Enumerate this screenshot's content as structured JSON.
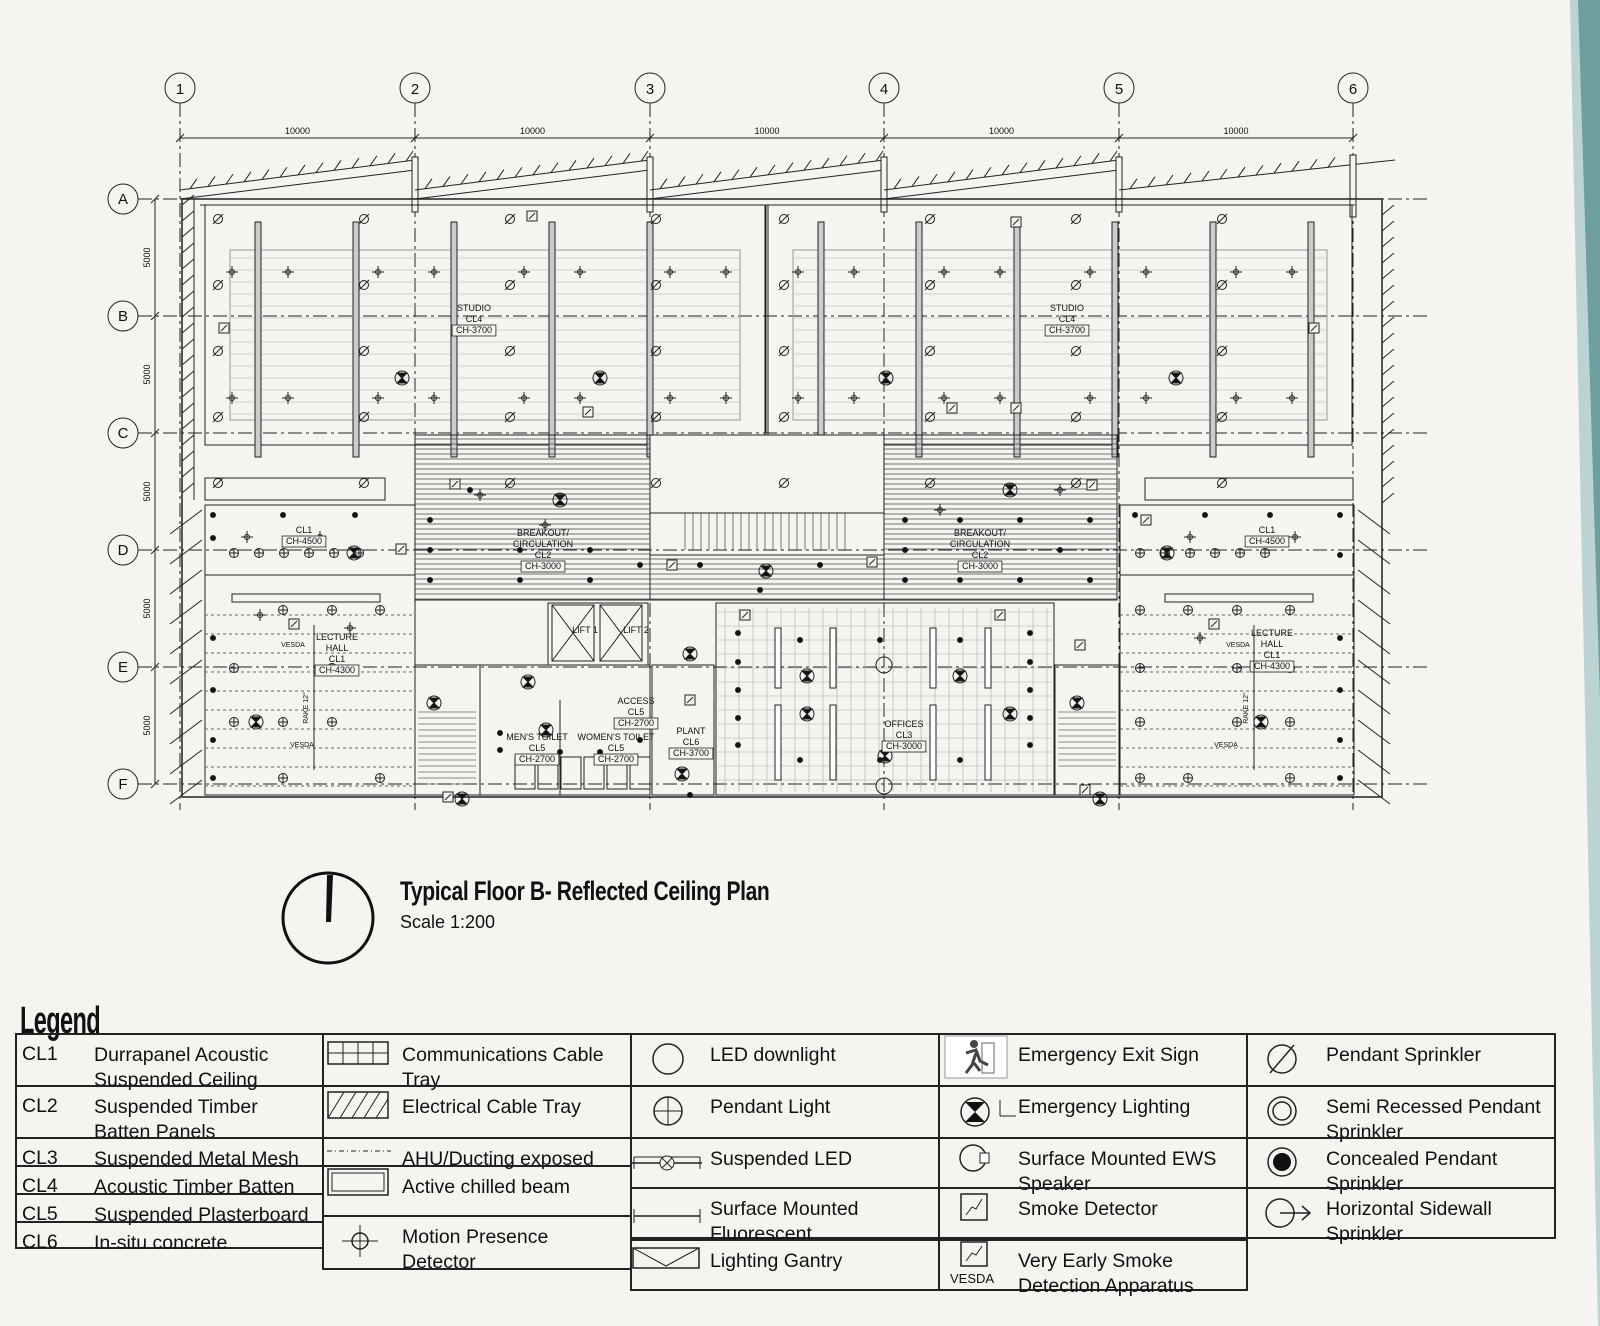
{
  "grid": {
    "columns": [
      "1",
      "2",
      "3",
      "4",
      "5",
      "6"
    ],
    "rows": [
      "A",
      "B",
      "C",
      "D",
      "E",
      "F"
    ],
    "col_dims": [
      "10000",
      "10000",
      "10000",
      "10000",
      "10000"
    ],
    "row_dims": [
      "5000",
      "5000",
      "5000",
      "5000",
      "5000"
    ]
  },
  "rooms": {
    "studio_l": [
      "STUDIO",
      "CL4",
      "CH-3700"
    ],
    "studio_r": [
      "STUDIO",
      "CL4",
      "CH-3700"
    ],
    "breakout_l": [
      "BREAKOUT/",
      "CIRCULATION",
      "CL2",
      "CH-3000"
    ],
    "breakout_r": [
      "BREAKOUT/",
      "CIRCULATION",
      "CL2",
      "CH-3000"
    ],
    "cl1_l": [
      "CL1",
      "CH-4500"
    ],
    "cl1_r": [
      "CL1",
      "CH-4500"
    ],
    "lecture_l": [
      "LECTURE",
      "HALL",
      "CL1",
      "CH-4300"
    ],
    "lecture_r": [
      "LECTURE",
      "HALL",
      "CL1",
      "CH-4300"
    ],
    "lift1": "LIFT 1",
    "lift2": "LIFT 2",
    "access": [
      "ACCESS",
      "CL5",
      "CH-2700"
    ],
    "mens": [
      "MEN'S TOILET",
      "CL5",
      "CH-2700"
    ],
    "womens": [
      "WOMEN'S TOILET",
      "CL5",
      "CH-2700"
    ],
    "plant": [
      "PLANT",
      "CL6",
      "CH-3700"
    ],
    "offices": [
      "OFFICES",
      "CL3",
      "CH-3000"
    ],
    "vesda": "VESDA",
    "rake": "RAKE",
    "rake_deg": "12°"
  },
  "title": {
    "main": "Typical Floor B- Reflected Ceiling Plan",
    "scale": "Scale 1:200"
  },
  "legend": {
    "heading": "Legend",
    "ceilings": [
      {
        "code": "CL1",
        "label_lines": [
          "Durrapanel Acoustic",
          "Suspended Ceiling"
        ]
      },
      {
        "code": "CL2",
        "label_lines": [
          "Suspended Timber",
          "Batten Panels"
        ]
      },
      {
        "code": "CL3",
        "label_lines": [
          "Suspended Metal Mesh"
        ]
      },
      {
        "code": "CL4",
        "label_lines": [
          "Acoustic Timber Batten"
        ]
      },
      {
        "code": "CL5",
        "label_lines": [
          "Suspended Plasterboard"
        ]
      },
      {
        "code": "CL6",
        "label_lines": [
          "In-situ concrete"
        ]
      }
    ],
    "col2": [
      {
        "icon": "cable-tray-grid-icon",
        "label_lines": [
          "Communications Cable",
          "Tray"
        ]
      },
      {
        "icon": "hatched-tray-icon",
        "label_lines": [
          "Electrical Cable Tray"
        ]
      },
      {
        "icon": "dashed-line-icon",
        "label_lines": [
          "AHU/Ducting exposed"
        ]
      },
      {
        "icon": "rectangle-icon",
        "label_lines": [
          "Active chilled beam"
        ]
      },
      {
        "icon": "crosshair-circle-icon",
        "label_lines": [
          "Motion Presence",
          "Detector"
        ]
      }
    ],
    "col3": [
      {
        "icon": "circle-icon",
        "label_lines": [
          "LED downlight"
        ]
      },
      {
        "icon": "circle-cross-icon",
        "label_lines": [
          "Pendant Light"
        ]
      },
      {
        "icon": "suspended-led-icon",
        "label_lines": [
          "Suspended LED"
        ]
      },
      {
        "icon": "fluorescent-icon",
        "label_lines": [
          "Surface Mounted",
          "Fluorescent"
        ]
      },
      {
        "icon": "gantry-icon",
        "label_lines": [
          "Lighting Gantry"
        ]
      }
    ],
    "col4": [
      {
        "icon": "exit-sign-icon",
        "label_lines": [
          "Emergency Exit Sign"
        ]
      },
      {
        "icon": "emergency-light-icon",
        "label_lines": [
          "Emergency Lighting"
        ]
      },
      {
        "icon": "speaker-icon",
        "label_lines": [
          "Surface Mounted EWS",
          "Speaker"
        ]
      },
      {
        "icon": "smoke-detector-icon",
        "label_lines": [
          "Smoke Detector"
        ]
      },
      {
        "icon": "vesda-icon",
        "label_lines": [
          "Very Early Smoke",
          "Detection Apparatus"
        ],
        "sub": "VESDA"
      }
    ],
    "col5": [
      {
        "icon": "pendant-sprinkler-icon",
        "label_lines": [
          "Pendant Sprinkler"
        ]
      },
      {
        "icon": "semi-recessed-icon",
        "label_lines": [
          "Semi Recessed Pendant",
          "Sprinkler"
        ]
      },
      {
        "icon": "concealed-sprinkler-icon",
        "label_lines": [
          "Concealed Pendant",
          "Sprinkler"
        ]
      },
      {
        "icon": "sidewall-sprinkler-icon",
        "label_lines": [
          "Horizontal Sidewall",
          "Sprinkler"
        ]
      }
    ]
  }
}
